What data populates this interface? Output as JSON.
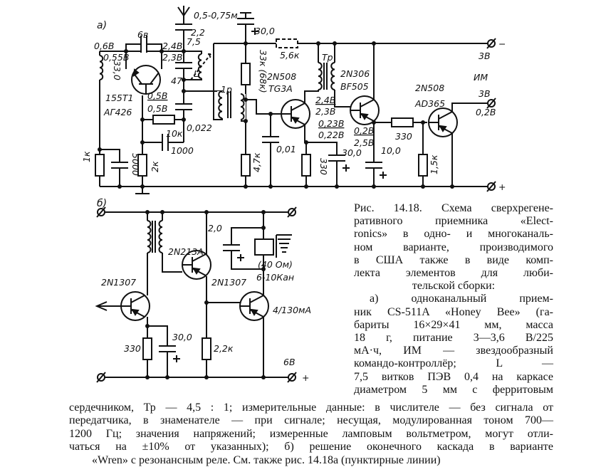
{
  "diagram_a": {
    "label": "а)",
    "antenna_length": "0,5-0,75м",
    "cap_antenna": "2,2",
    "cap_antenna_2": "7,5",
    "cap_supply": "30,0",
    "res_dashed": "5,6к",
    "cap_feedback": "6в",
    "v_emitter_1": "0,6В",
    "v_emitter_2": "0,55В",
    "v_collector_1": "2,4В",
    "v_collector_2": "2,3В",
    "choke": "33,0",
    "osc_transistor_1": "155Т1",
    "osc_transistor_2": "АГ426",
    "cap_47": "47",
    "coil_L": "L",
    "v_base_1": "0,5В",
    "v_base_2": "0,5В",
    "res_10k": "10к",
    "cap_0022": "0,022",
    "cap_1000": "1000",
    "res_1k": "1к",
    "cap_5000": "5000",
    "res_2k": "2к",
    "transformer_1": "1р",
    "res_33k": "33к (68к)",
    "res_47k": "4,7к",
    "t2_name_1": "2N508",
    "t2_name_2": "TG3A",
    "cap_001": "0,01",
    "t2_v_coll_1": "2,4В",
    "t2_v_coll_2": "2,3В",
    "t2_v_em_1": "0,23В",
    "t2_v_em_2": "0,22В",
    "res_330_a": "330",
    "cap_30_a": "30,0",
    "transformer_tp": "Тр",
    "t3_name_1": "2N306",
    "t3_name_2": "BF505",
    "t3_v_1": "0,2В",
    "t3_v_2": "2,5В",
    "cap_10": "10,0",
    "res_330_b": "330",
    "t4_name_1": "2N508",
    "t4_name_2": "AD365",
    "res_15k": "1,5к",
    "load_label": "ИМ",
    "v_supply_top": "3В",
    "v_out_1": "3В",
    "v_out_2": "0,2В",
    "term_minus": "−",
    "term_plus": "+"
  },
  "diagram_b": {
    "label": "б)",
    "t5_name": "2N1307",
    "t6_name": "2N213A",
    "t7_name": "2N1307",
    "t7_current": "4/130мА",
    "res_330": "330",
    "cap_30": "30,0",
    "res_22k": "2,2к",
    "cap_2": "2,0",
    "relay_resistance": "(40 Ом)",
    "relay_channels": "6-10Кан",
    "supply": "6В",
    "term_plus": "+"
  },
  "caption": {
    "column_lines": [
      "Рис. 14.18. Схема сверхрегене-",
      "ративного приемника «Elect-",
      "ronics» в одно- и многоканаль-",
      "ном варианте, производимого",
      "в США также в виде комп-",
      "лекта элементов для люби-",
      "тельской сборки:",
      "а) одноканальный прием-",
      "ник CS-511A «Honey Bee» (га-",
      "бариты 16×29×41 мм, масса",
      "18 г, питание 3—3,6 В/225",
      "мА·ч, ИМ — звездообразный",
      "командо-контроллёр; L —",
      "7,5 витков ПЭВ 0,4 на каркасе",
      "диаметром 5 мм с ферритовым"
    ],
    "full_lines": [
      "сердечником, Тр — 4,5 : 1; измерительные данные: в числителе — без сигнала от",
      "передатчика, в знаменателе — при сигнале; несущая, модулированная тоном 700—",
      "1200 Гц; значения напряжений; измеренные ламповым вольтметром, могут отли-",
      "чаться на ±10% от указанных); б) решение оконечного каскада в варианте",
      "«Wren» с резонансным реле. См. также рис. 14.18а (пунктирные линии)"
    ]
  },
  "colors": {
    "ink": "#111111",
    "paper": "#ffffff"
  }
}
